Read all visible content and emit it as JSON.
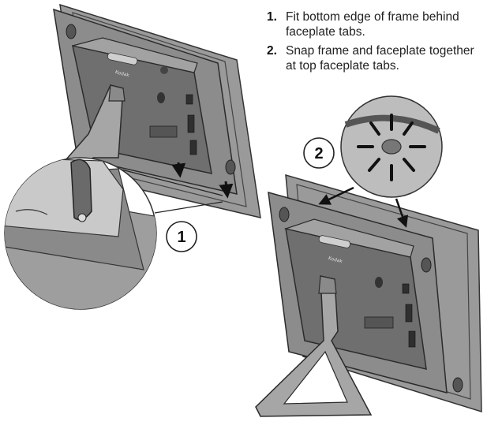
{
  "instructions": [
    {
      "number": "1.",
      "text": "Fit bottom edge of frame behind faceplate tabs."
    },
    {
      "number": "2.",
      "text": "Snap frame and faceplate together at top faceplate tabs."
    }
  ],
  "callouts": {
    "step1": "1",
    "step2": "2"
  },
  "frame_brand": "Kodak",
  "colors": {
    "frame": "#8a8a8a",
    "frame_dark": "#4a4a4a",
    "body": "#6e6e6e",
    "body_light": "#a8a8a8",
    "arrow": "#111111"
  }
}
